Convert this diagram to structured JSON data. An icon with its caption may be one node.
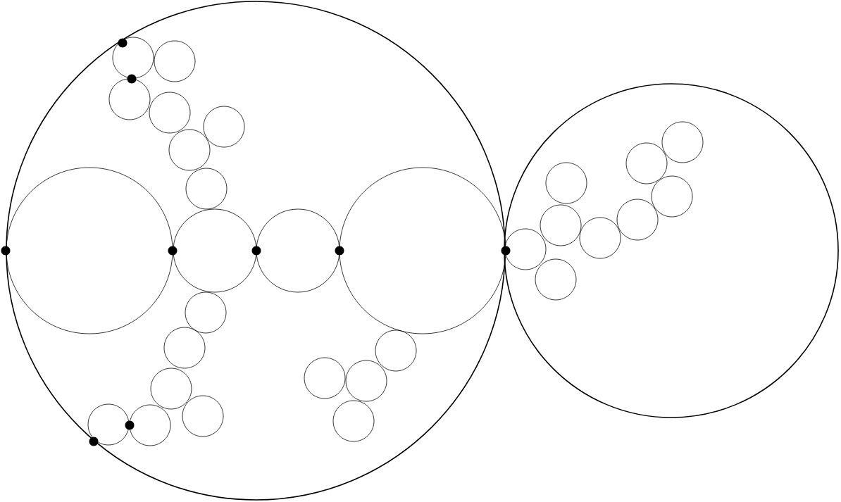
{
  "diagram": {
    "nodes": [
      {
        "text": [],
        "shape": "circle"
      },
      {
        "text": [],
        "shape": "circle",
        "in": 0
      },
      {
        "text": [],
        "shape": "circle",
        "in": 0
      },
      {
        "text": [],
        "shape": "circle",
        "in": 0
      },
      {
        "text": [],
        "shape": "circle",
        "in": 0
      },
      {
        "text": [],
        "shape": "circle",
        "in": 0
      },
      {
        "text": [],
        "shape": "circle",
        "in": 0
      },
      {
        "text": [],
        "shape": "circle",
        "in": 0
      },
      {
        "text": [],
        "shape": "circle",
        "in": 0
      },
      {
        "text": [],
        "shape": "circle",
        "in": 0
      },
      {
        "text": [],
        "shape": "circle",
        "in": 0
      },
      {
        "text": [],
        "shape": "circle",
        "in": 0
      },
      {
        "text": [],
        "shape": "circle",
        "in": 0
      },
      {
        "text": [],
        "shape": "circle",
        "in": 0
      },
      {
        "text": [],
        "shape": "circle",
        "in": 0
      },
      {
        "text": [],
        "shape": "circle",
        "in": 0
      },
      {
        "text": [],
        "shape": "circle",
        "in": 0
      },
      {
        "text": [],
        "shape": "circle",
        "in": 0
      },
      {
        "text": [],
        "shape": "circle",
        "in": 0
      },
      {
        "text": [],
        "shape": "circle",
        "in": 0
      },
      {
        "text": [],
        "shape": "circle",
        "in": 0
      },
      {
        "text": [],
        "shape": "circle",
        "in": 0
      },
      {
        "text": [],
        "shape": "circle"
      },
      {
        "text": [],
        "shape": "circle",
        "in": 22
      },
      {
        "text": [],
        "shape": "circle",
        "in": 22
      },
      {
        "text": [],
        "shape": "circle",
        "in": 22
      },
      {
        "text": [],
        "shape": "circle",
        "in": 22
      },
      {
        "text": [],
        "shape": "circle",
        "in": 22
      },
      {
        "text": [],
        "shape": "circle",
        "in": 22
      },
      {
        "text": [],
        "shape": "circle",
        "in": 22
      },
      {
        "text": [],
        "shape": "circle",
        "in": 22
      },
      {
        "text": [],
        "shape": "circle",
        "in": 22
      }
    ]
  }
}
